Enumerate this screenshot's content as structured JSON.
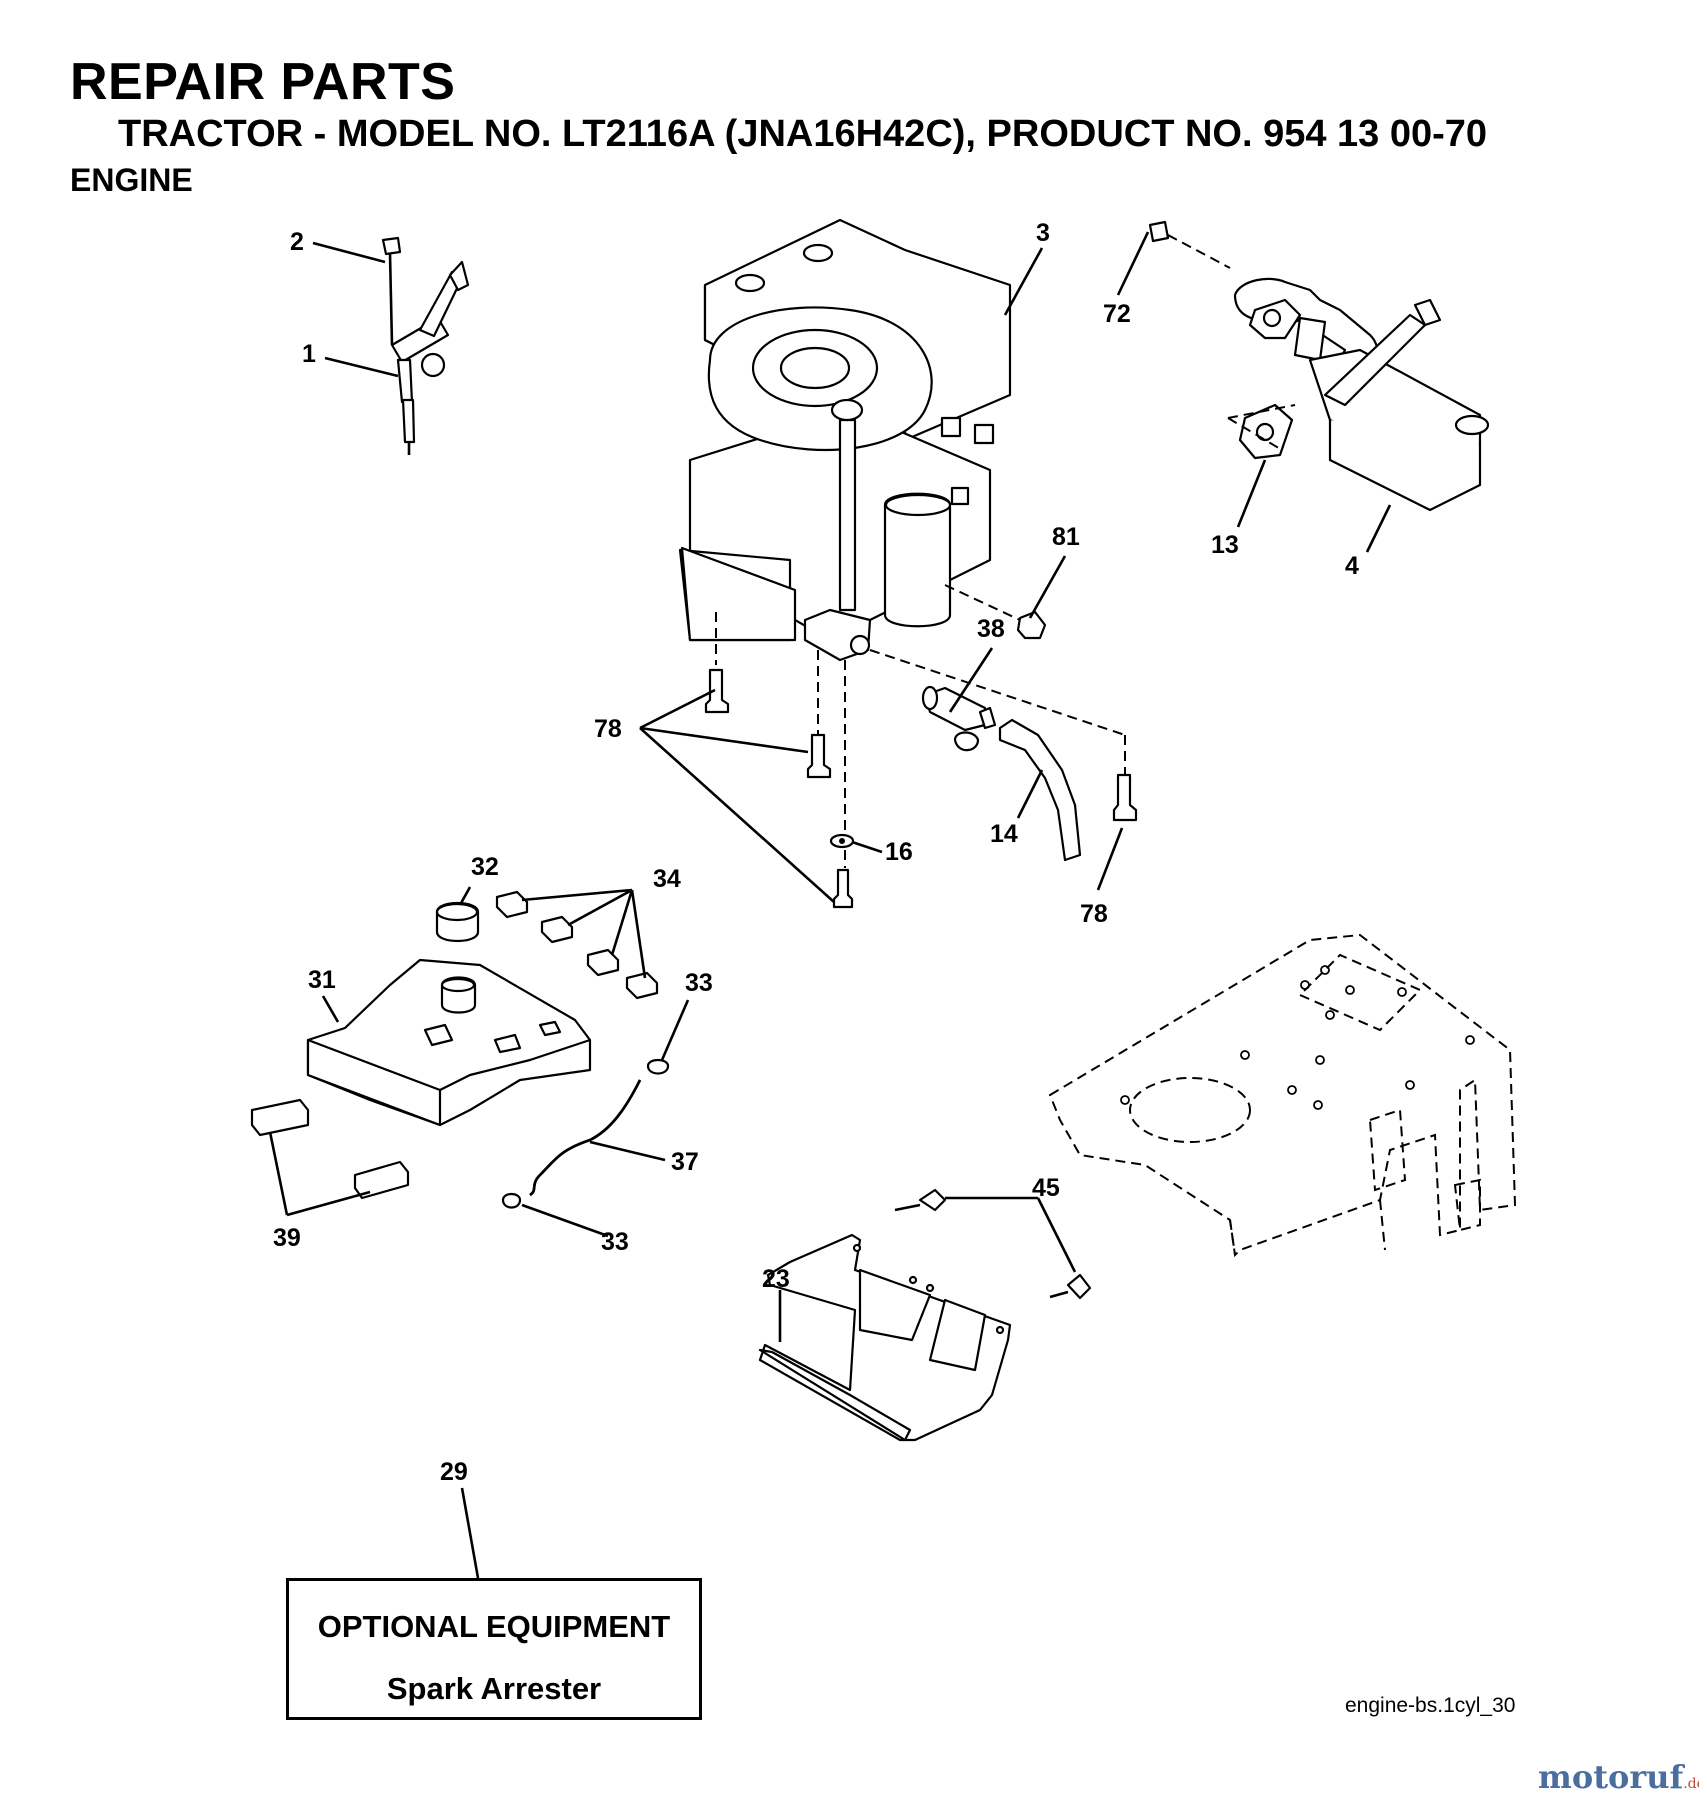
{
  "header": {
    "title": "REPAIR PARTS",
    "subtitle": "TRACTOR - MODEL NO. LT2116A (JNA16H42C), PRODUCT NO. 954 13 00-70",
    "section": "ENGINE"
  },
  "callouts": {
    "c1": "1",
    "c2": "2",
    "c3": "3",
    "c4": "4",
    "c13": "13",
    "c14": "14",
    "c16": "16",
    "c23": "23",
    "c29": "29",
    "c31": "31",
    "c32": "32",
    "c33a": "33",
    "c33b": "33",
    "c34": "34",
    "c37": "37",
    "c38": "38",
    "c39": "39",
    "c45": "45",
    "c72": "72",
    "c78a": "78",
    "c78b": "78",
    "c81": "81"
  },
  "optional_box": {
    "title": "OPTIONAL EQUIPMENT",
    "item": "Spark Arrester"
  },
  "file_ref": "engine-bs.1cyl_30",
  "watermark": {
    "main": "motoruf",
    "suffix": ".de"
  }
}
